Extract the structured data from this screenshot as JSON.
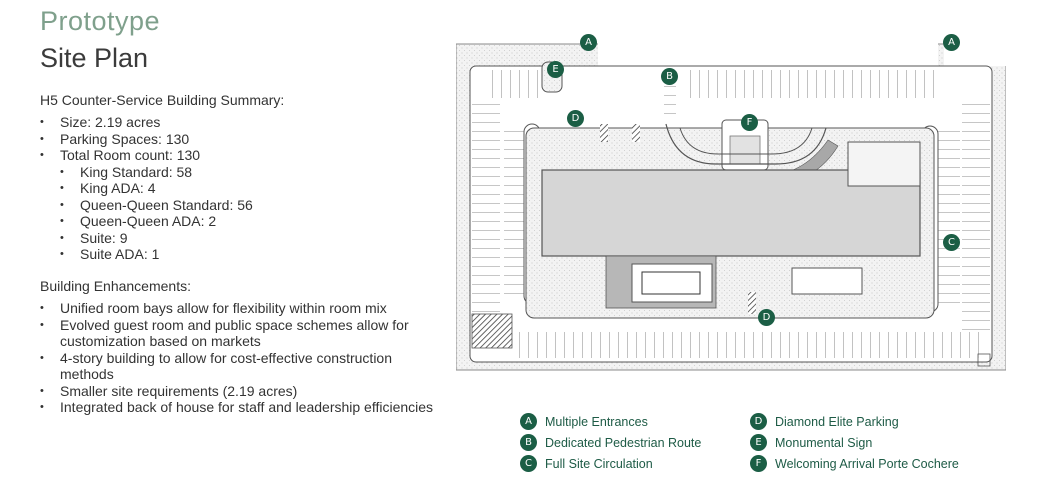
{
  "header": {
    "eyebrow": "Prototype",
    "title": "Site Plan"
  },
  "summary": {
    "heading": "H5 Counter-Service Building Summary:",
    "items": [
      {
        "text": "Size: 2.19 acres",
        "level": 1
      },
      {
        "text": "Parking Spaces: 130",
        "level": 1
      },
      {
        "text": "Total Room count: 130",
        "level": 1
      },
      {
        "text": "King Standard: 58",
        "level": 2
      },
      {
        "text": "King ADA: 4",
        "level": 2
      },
      {
        "text": "Queen-Queen Standard: 56",
        "level": 2
      },
      {
        "text": "Queen-Queen ADA: 2",
        "level": 2
      },
      {
        "text": "Suite: 9",
        "level": 2
      },
      {
        "text": "Suite ADA: 1",
        "level": 2
      }
    ]
  },
  "enhancements": {
    "heading": "Building Enhancements:",
    "items": [
      "Unified room bays allow for flexibility within room mix",
      "Evolved guest room and public space schemes allow for customization based on markets",
      "4-story building to allow for cost-effective construction methods",
      "Smaller site requirements (2.19 acres)",
      "Integrated back of house for staff and leadership efficiencies"
    ]
  },
  "markers": [
    {
      "letter": "A"
    },
    {
      "letter": "A"
    },
    {
      "letter": "E"
    },
    {
      "letter": "B"
    },
    {
      "letter": "D"
    },
    {
      "letter": "F"
    },
    {
      "letter": "C"
    },
    {
      "letter": "D"
    }
  ],
  "legend": [
    {
      "letter": "A",
      "label": "Multiple Entrances"
    },
    {
      "letter": "B",
      "label": "Dedicated Pedestrian Route"
    },
    {
      "letter": "C",
      "label": "Full Site Circulation"
    },
    {
      "letter": "D",
      "label": "Diamond Elite Parking"
    },
    {
      "letter": "E",
      "label": "Monumental Sign"
    },
    {
      "letter": "F",
      "label": "Welcoming Arrival Porte Cochere"
    }
  ],
  "colors": {
    "accent_green": "#1b5e45",
    "eyebrow_green": "#7fa08c",
    "building_gray": "#d6d6d6",
    "landscape_gray": "#b5b5b5"
  }
}
